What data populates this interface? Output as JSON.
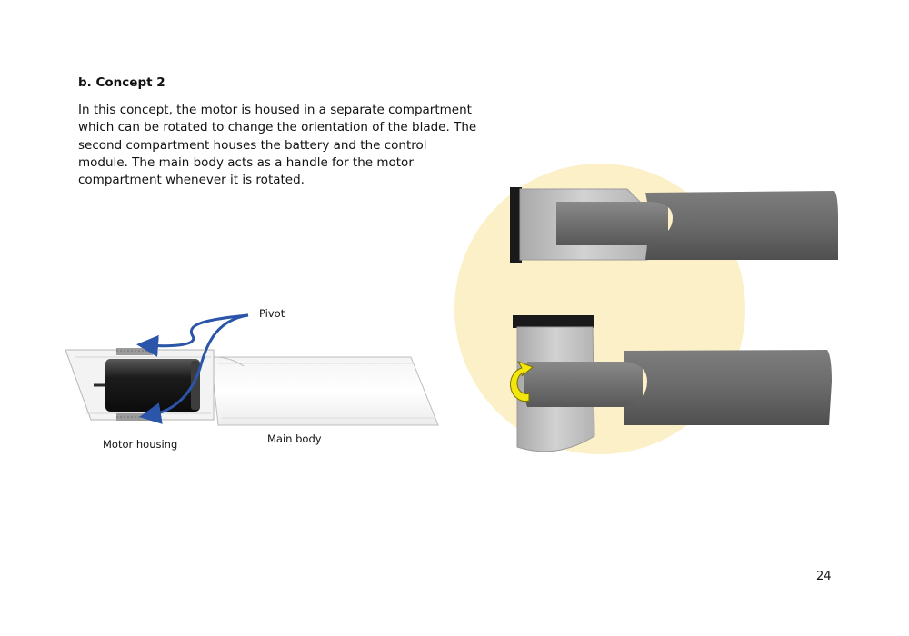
{
  "section": {
    "heading": "b. Concept 2",
    "paragraph_lines": [
      "In this concept, the motor is housed in a separate compartment",
      "which can be rotated to change the orientation of the blade. The",
      "second compartment houses the battery and the control",
      "module. The main body acts as a handle for the motor",
      "compartment whenever it is rotated."
    ]
  },
  "diagram": {
    "pivot_label": "Pivot",
    "motor_housing_label": "Motor housing",
    "main_body_label": "Main body"
  },
  "colors": {
    "arrow_blue": "#2a55a8",
    "highlight_circle": "#fcf0c8",
    "rotate_arrow_yellow": "#f2e60d",
    "body_grey": "#6d6d6d",
    "housing_grey": "#c4c4c4",
    "blade_black": "#1a1a1a"
  },
  "page_number": "24"
}
